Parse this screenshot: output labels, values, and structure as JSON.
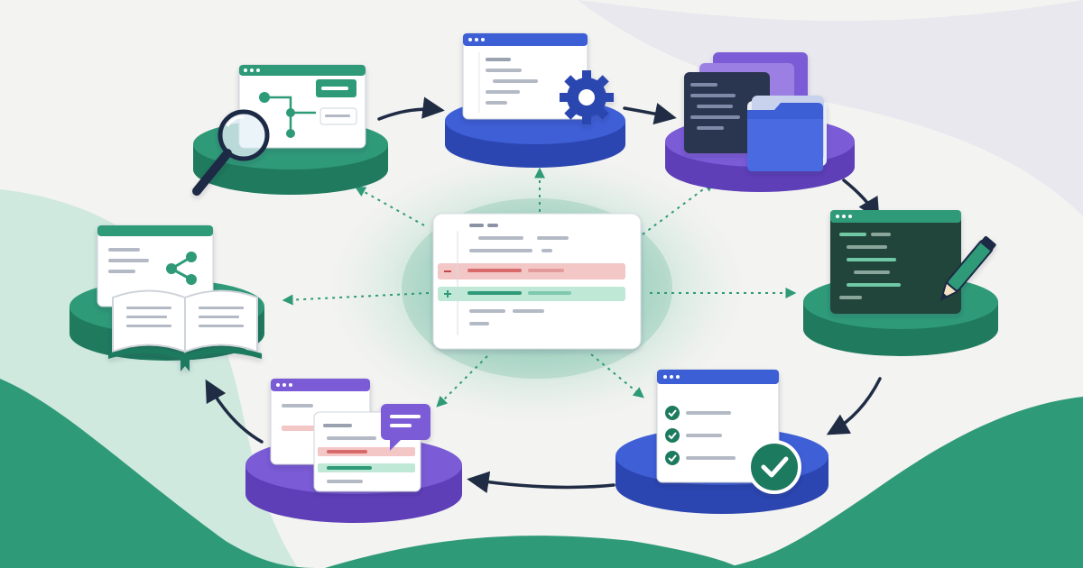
{
  "colors": {
    "background": "#f3f3f1",
    "green_primary": "#2f9a78",
    "green_dark": "#1f7a5e",
    "green_light": "#bfe3d4",
    "blue_primary": "#3e5fd6",
    "blue_dark": "#2b46b0",
    "purple_primary": "#7b5bd6",
    "purple_dark": "#5e3fb8",
    "red_removed": "#f4c7c7",
    "green_added": "#bfe8d6",
    "arrow_dark": "#1f2c44",
    "white_panel": "#ffffff"
  },
  "center": {
    "icon": "code-diff-panel-icon",
    "lines": [
      "context",
      "context",
      "context",
      "removed",
      "added",
      "context",
      "context"
    ]
  },
  "stations": [
    {
      "id": "investigate",
      "platform_color": "green",
      "icon": "magnifying-glass-diagram-icon"
    },
    {
      "id": "configure",
      "platform_color": "blue",
      "icon": "window-gear-icon"
    },
    {
      "id": "organize",
      "platform_color": "purple",
      "icon": "folders-code-icon"
    },
    {
      "id": "edit",
      "platform_color": "green",
      "icon": "code-editor-pencil-icon"
    },
    {
      "id": "test",
      "platform_color": "blue",
      "icon": "checklist-check-icon"
    },
    {
      "id": "review",
      "platform_color": "purple",
      "icon": "diff-review-comment-icon"
    },
    {
      "id": "document",
      "platform_color": "green",
      "icon": "open-book-diagram-icon"
    }
  ],
  "cycle_arrows": [
    [
      "investigate",
      "configure"
    ],
    [
      "configure",
      "organize"
    ],
    [
      "organize",
      "edit"
    ],
    [
      "edit",
      "test"
    ],
    [
      "test",
      "review"
    ],
    [
      "review",
      "document"
    ]
  ],
  "center_links": [
    "investigate",
    "configure",
    "organize",
    "edit",
    "test",
    "review",
    "document"
  ]
}
